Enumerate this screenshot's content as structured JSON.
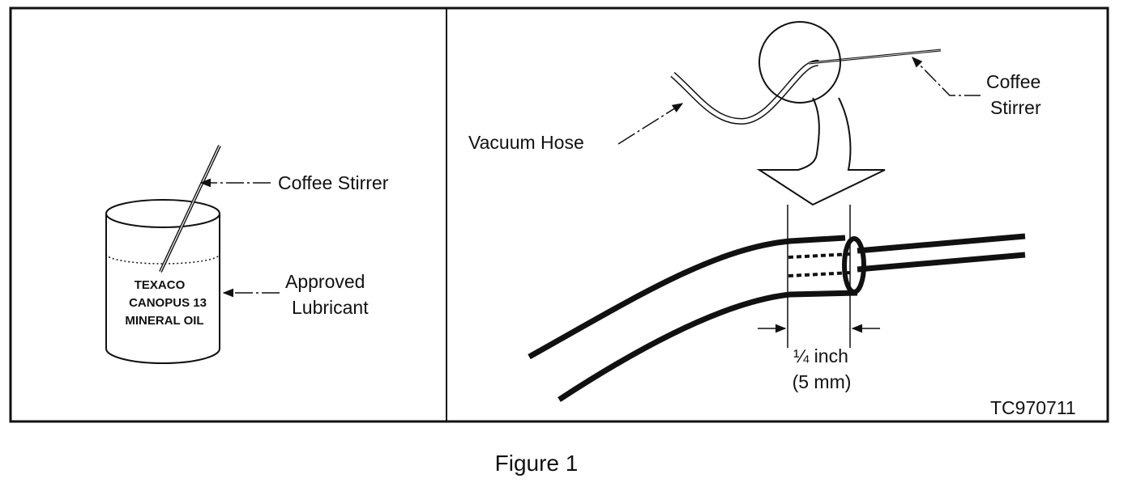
{
  "left_panel": {
    "stirrer_label": "Coffee Stirrer",
    "lubricant_label_line1": "Approved",
    "lubricant_label_line2": "Lubricant",
    "can_text_line1": "TEXACO",
    "can_text_line2": "CANOPUS 13",
    "can_text_line3": "MINERAL OIL"
  },
  "right_panel": {
    "hose_label": "Vacuum Hose",
    "stirrer_label_line1": "Coffee",
    "stirrer_label_line2": "Stirrer",
    "dimension_line1": "¼ inch",
    "dimension_line2": "(5 mm)",
    "figure_code": "TC970711"
  },
  "caption": "Figure 1"
}
